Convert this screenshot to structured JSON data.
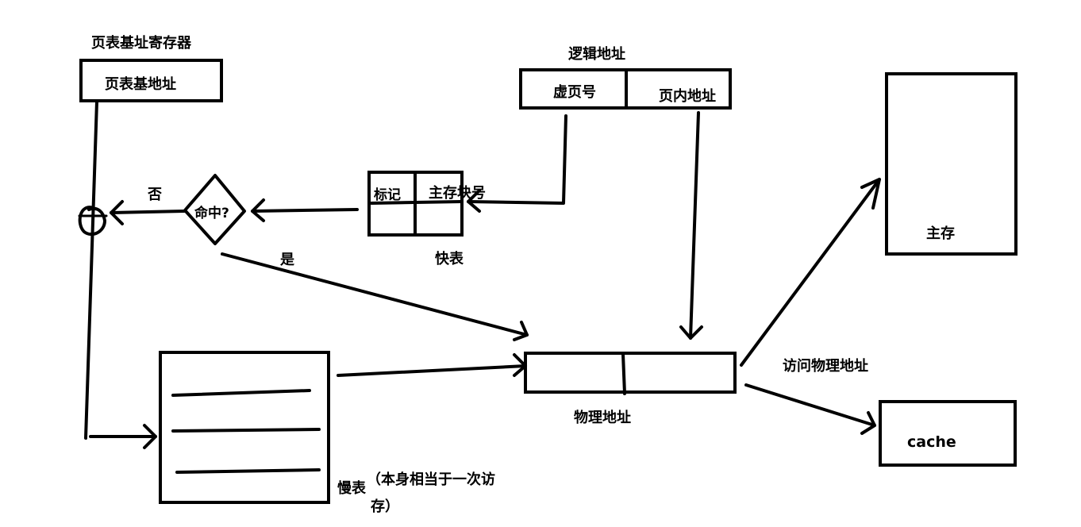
{
  "labels": {
    "page_table_base_register": "页表基址寄存器",
    "page_table_base_address": "页表基地址",
    "logical_address": "逻辑地址",
    "virtual_page_number": "虚页号",
    "page_offset": "页内地址",
    "tlb_tag": "标记",
    "tlb_frame_number": "主存块号",
    "tlb_name": "快表",
    "hit_question": "命中?",
    "no": "否",
    "yes": "是",
    "main_memory": "主存",
    "access_physical_address": "访问物理地址",
    "physical_address": "物理地址",
    "cache": "cache",
    "slow_table": "慢表",
    "slow_table_note_line1": "（本身相当于一次访",
    "slow_table_note_line2": "存）"
  }
}
